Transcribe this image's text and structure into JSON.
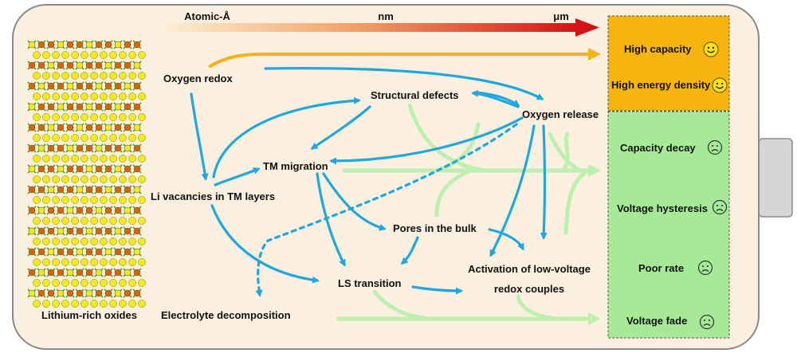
{
  "scale": {
    "atomic": "Atomic-Å",
    "nm": "nm",
    "um": "μm"
  },
  "material": {
    "label": "Lithium-rich oxides"
  },
  "nodes": {
    "oxygen_redox": "Oxygen redox",
    "structural_defects": "Structural defects",
    "oxygen_release": "Oxygen release",
    "tm_migration": "TM migration",
    "li_vacancies": "Li vacancies in TM layers",
    "pores": "Pores in the bulk",
    "ls_transition": "LS transition",
    "activation_line1": "Activation of low-voltage",
    "activation_line2": "redox couples",
    "electrolyte": "Electrolyte decomposition"
  },
  "outcomes": {
    "positive": [
      {
        "label": "High capacity",
        "icon": "smiley-icon"
      },
      {
        "label": "High energy density",
        "icon": "smiley-icon"
      }
    ],
    "negative": [
      {
        "label": "Capacity decay",
        "icon": "frown-icon"
      },
      {
        "label": "Voltage hysteresis",
        "icon": "frown-icon"
      },
      {
        "label": "Poor rate",
        "icon": "frown-icon"
      },
      {
        "label": "Voltage fade",
        "icon": "frown-icon"
      }
    ]
  },
  "colors": {
    "background": "#FBF0DF",
    "positive_panel": "#F5B50E",
    "negative_panel": "#A6EA98",
    "blue_arrow": "#1EA7E1",
    "green_arrow": "#BDEFAE",
    "orange_arrow": "#F5B21A",
    "scale_start": "#FCEFD3",
    "scale_end": "#D21414",
    "atom_yellow": "#F2EA1A",
    "atom_orange": "#D9620B",
    "atom_green": "#3EA52E"
  }
}
